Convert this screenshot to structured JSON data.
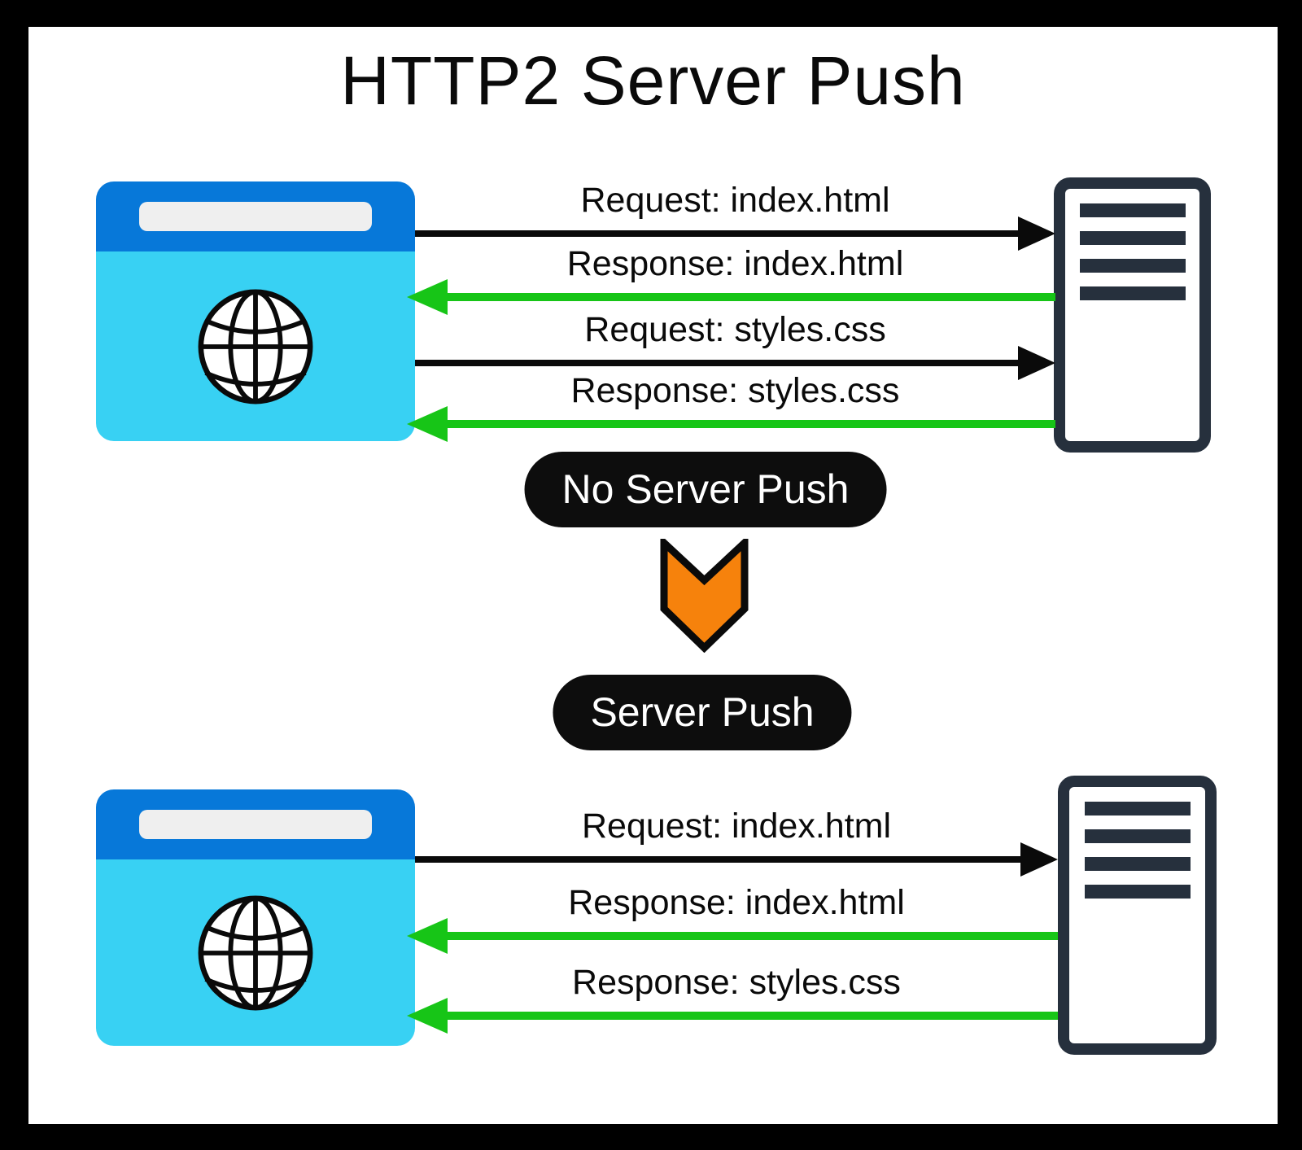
{
  "title": "HTTP2 Server Push",
  "colors": {
    "browser_bar": "#0778d9",
    "browser_body": "#38d1f3",
    "server": "#26303d",
    "request_arrow": "#0a0a0a",
    "response_arrow": "#17c517",
    "chevron_fill": "#f6820c",
    "pill_bg": "#0d0d0d",
    "pill_text": "#ffffff"
  },
  "icons": {
    "browser": "browser-window-with-globe",
    "server": "server-tower",
    "divider": "orange-down-chevron"
  },
  "no_push": {
    "badge": "No Server Push",
    "messages": [
      {
        "text": "Request: index.html",
        "type": "request"
      },
      {
        "text": "Response: index.html",
        "type": "response"
      },
      {
        "text": "Request: styles.css",
        "type": "request"
      },
      {
        "text": "Response: styles.css",
        "type": "response"
      }
    ]
  },
  "push": {
    "badge": "Server Push",
    "messages": [
      {
        "text": "Request: index.html",
        "type": "request"
      },
      {
        "text": "Response: index.html",
        "type": "response"
      },
      {
        "text": "Response: styles.css",
        "type": "response"
      }
    ]
  }
}
